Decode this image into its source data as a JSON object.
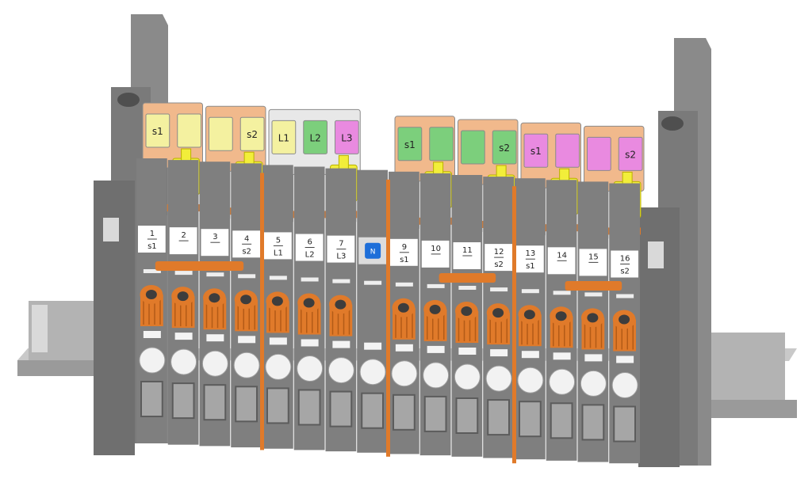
{
  "colors": {
    "housing": "#7f7f7f",
    "housing_dark": "#5c5c5c",
    "housing_light": "#a6a6a6",
    "rail": "#b8b8b8",
    "orange": "#e07a2a",
    "orange_dark": "#b35b17",
    "yellow": "#f2ee3a",
    "neutral_blue": "#1e6fd9",
    "lamp_yellow": "#f4f1a0",
    "lamp_green": "#7ccf7c",
    "lamp_pink": "#e98ae0",
    "lamp_white": "#f2f2f2"
  },
  "fuse_groups": [
    {
      "cover": "peach",
      "lamps": [
        {
          "color": "lamp_yellow",
          "label": "s1"
        },
        {
          "color": "lamp_yellow",
          "label": ""
        }
      ]
    },
    {
      "cover": "peach",
      "lamps": [
        {
          "color": "lamp_yellow",
          "label": ""
        },
        {
          "color": "lamp_yellow",
          "label": "s2"
        }
      ]
    },
    {
      "cover": "white",
      "lamps": [
        {
          "color": "lamp_yellow",
          "label": "L1"
        },
        {
          "color": "lamp_green",
          "label": "L2"
        },
        {
          "color": "lamp_pink",
          "label": "L3"
        }
      ]
    },
    {
      "cover": "peach",
      "lamps": [
        {
          "color": "lamp_green",
          "label": "s1"
        },
        {
          "color": "lamp_green",
          "label": ""
        }
      ]
    },
    {
      "cover": "peach",
      "lamps": [
        {
          "color": "lamp_green",
          "label": ""
        },
        {
          "color": "lamp_green",
          "label": "s2"
        }
      ]
    },
    {
      "cover": "peach",
      "lamps": [
        {
          "color": "lamp_pink",
          "label": "s1"
        },
        {
          "color": "lamp_pink",
          "label": ""
        }
      ]
    },
    {
      "cover": "peach",
      "lamps": [
        {
          "color": "lamp_pink",
          "label": ""
        },
        {
          "color": "lamp_pink",
          "label": "s2"
        }
      ]
    }
  ],
  "terminals": [
    {
      "num": "1",
      "sub": "s1"
    },
    {
      "num": "2",
      "sub": ""
    },
    {
      "num": "3",
      "sub": ""
    },
    {
      "num": "4",
      "sub": "s2"
    },
    {
      "num": "5",
      "sub": "L1"
    },
    {
      "num": "6",
      "sub": "L2"
    },
    {
      "num": "7",
      "sub": "L3"
    },
    {
      "num": "N",
      "sub": ""
    },
    {
      "num": "9",
      "sub": "s1"
    },
    {
      "num": "10",
      "sub": ""
    },
    {
      "num": "11",
      "sub": ""
    },
    {
      "num": "12",
      "sub": "s2"
    },
    {
      "num": "13",
      "sub": "s1"
    },
    {
      "num": "14",
      "sub": ""
    },
    {
      "num": "15",
      "sub": ""
    },
    {
      "num": "16",
      "sub": "s2"
    }
  ]
}
